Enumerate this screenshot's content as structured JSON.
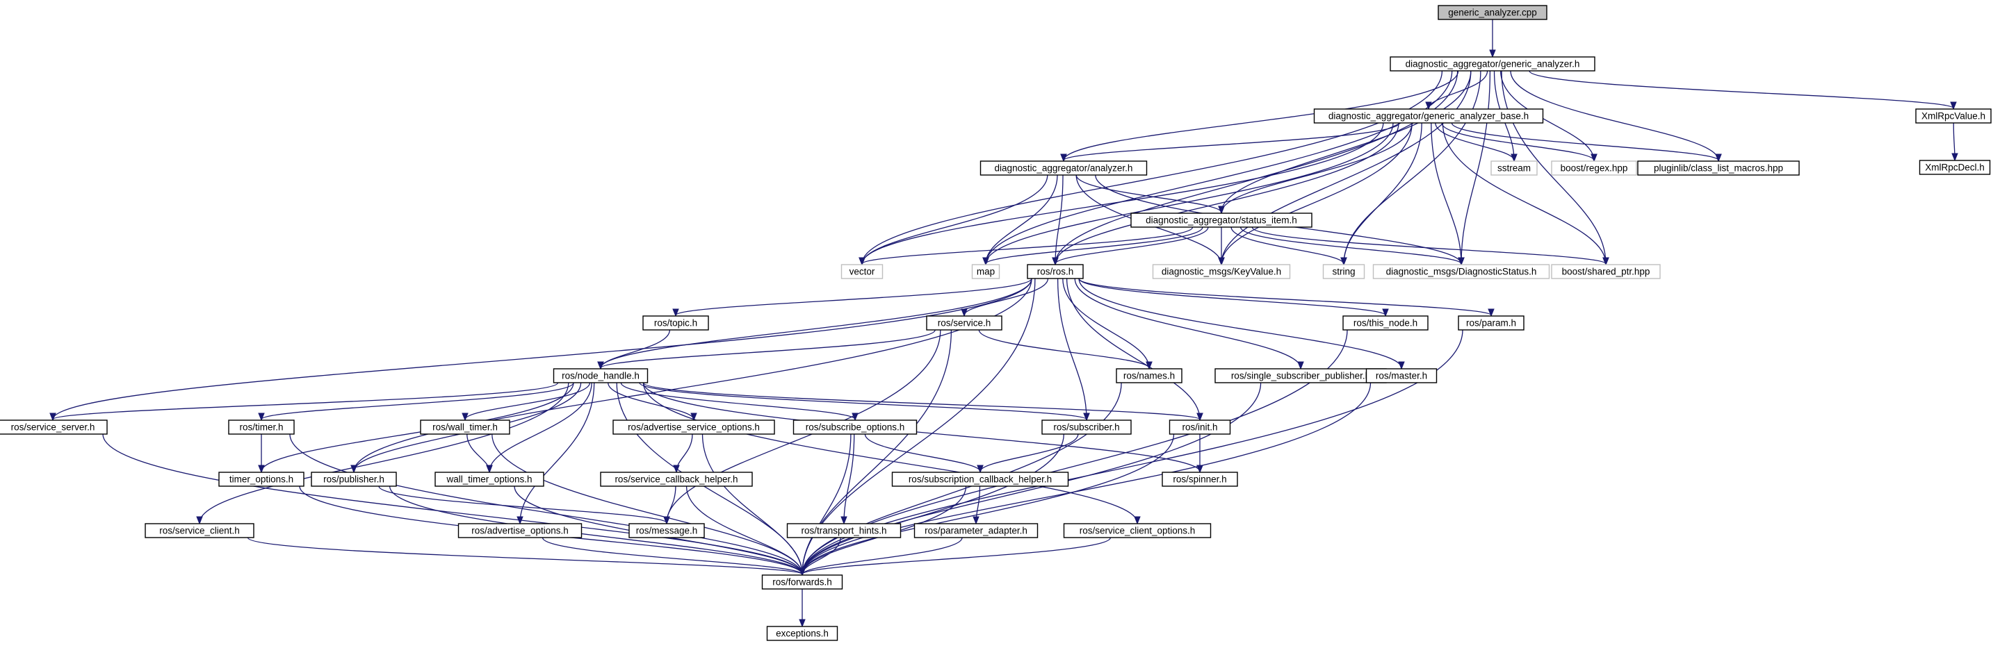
{
  "colors": {
    "edge": "#191970",
    "root_fill": "#bfbfbf",
    "node_border": "#000000",
    "external_border": "#bfbfbf",
    "background": "#ffffff"
  },
  "nodes": [
    {
      "id": "root",
      "label": "generic_analyzer.cpp",
      "kind": "root"
    },
    {
      "id": "ga",
      "label": "diagnostic_aggregator/generic_analyzer.h",
      "kind": "file"
    },
    {
      "id": "gab",
      "label": "diagnostic_aggregator/generic_analyzer_base.h",
      "kind": "file"
    },
    {
      "id": "xmlv",
      "label": "XmlRpcValue.h",
      "kind": "file"
    },
    {
      "id": "xmld",
      "label": "XmlRpcDecl.h",
      "kind": "file"
    },
    {
      "id": "an",
      "label": "diagnostic_aggregator/analyzer.h",
      "kind": "file"
    },
    {
      "id": "sstream",
      "label": "sstream",
      "kind": "external"
    },
    {
      "id": "regex",
      "label": "boost/regex.hpp",
      "kind": "external"
    },
    {
      "id": "plug",
      "label": "pluginlib/class_list_macros.hpp",
      "kind": "file"
    },
    {
      "id": "si",
      "label": "diagnostic_aggregator/status_item.h",
      "kind": "file"
    },
    {
      "id": "vector",
      "label": "vector",
      "kind": "external"
    },
    {
      "id": "map",
      "label": "map",
      "kind": "external"
    },
    {
      "id": "ros",
      "label": "ros/ros.h",
      "kind": "file"
    },
    {
      "id": "kv",
      "label": "diagnostic_msgs/KeyValue.h",
      "kind": "external"
    },
    {
      "id": "string",
      "label": "string",
      "kind": "external"
    },
    {
      "id": "ds",
      "label": "diagnostic_msgs/DiagnosticStatus.h",
      "kind": "external"
    },
    {
      "id": "sp",
      "label": "boost/shared_ptr.hpp",
      "kind": "external"
    },
    {
      "id": "topic",
      "label": "ros/topic.h",
      "kind": "file"
    },
    {
      "id": "service",
      "label": "ros/service.h",
      "kind": "file"
    },
    {
      "id": "thisnode",
      "label": "ros/this_node.h",
      "kind": "file"
    },
    {
      "id": "param",
      "label": "ros/param.h",
      "kind": "file"
    },
    {
      "id": "nh",
      "label": "ros/node_handle.h",
      "kind": "file"
    },
    {
      "id": "names",
      "label": "ros/names.h",
      "kind": "file"
    },
    {
      "id": "ssp",
      "label": "ros/single_subscriber_publisher.h",
      "kind": "file"
    },
    {
      "id": "master",
      "label": "ros/master.h",
      "kind": "file"
    },
    {
      "id": "ssrv",
      "label": "ros/service_server.h",
      "kind": "file"
    },
    {
      "id": "timer",
      "label": "ros/timer.h",
      "kind": "file"
    },
    {
      "id": "wtimer",
      "label": "ros/wall_timer.h",
      "kind": "file"
    },
    {
      "id": "aso",
      "label": "ros/advertise_service_options.h",
      "kind": "file"
    },
    {
      "id": "so",
      "label": "ros/subscribe_options.h",
      "kind": "file"
    },
    {
      "id": "sub",
      "label": "ros/subscriber.h",
      "kind": "file"
    },
    {
      "id": "init",
      "label": "ros/init.h",
      "kind": "file"
    },
    {
      "id": "to",
      "label": "timer_options.h",
      "kind": "file"
    },
    {
      "id": "pub",
      "label": "ros/publisher.h",
      "kind": "file"
    },
    {
      "id": "wto",
      "label": "wall_timer_options.h",
      "kind": "file"
    },
    {
      "id": "sch",
      "label": "ros/service_callback_helper.h",
      "kind": "file"
    },
    {
      "id": "subch",
      "label": "ros/subscription_callback_helper.h",
      "kind": "file"
    },
    {
      "id": "spinner",
      "label": "ros/spinner.h",
      "kind": "file"
    },
    {
      "id": "sclient",
      "label": "ros/service_client.h",
      "kind": "file"
    },
    {
      "id": "ao",
      "label": "ros/advertise_options.h",
      "kind": "file"
    },
    {
      "id": "msg",
      "label": "ros/message.h",
      "kind": "file"
    },
    {
      "id": "th",
      "label": "ros/transport_hints.h",
      "kind": "file"
    },
    {
      "id": "pa",
      "label": "ros/parameter_adapter.h",
      "kind": "file"
    },
    {
      "id": "sco",
      "label": "ros/service_client_options.h",
      "kind": "file"
    },
    {
      "id": "fwd",
      "label": "ros/forwards.h",
      "kind": "file"
    },
    {
      "id": "exc",
      "label": "exceptions.h",
      "kind": "file"
    }
  ],
  "edges": [
    [
      "root",
      "ga"
    ],
    [
      "ga",
      "gab"
    ],
    [
      "ga",
      "xmlv"
    ],
    [
      "ga",
      "an"
    ],
    [
      "ga",
      "sstream"
    ],
    [
      "ga",
      "regex"
    ],
    [
      "ga",
      "plug"
    ],
    [
      "ga",
      "si"
    ],
    [
      "ga",
      "vector"
    ],
    [
      "ga",
      "map"
    ],
    [
      "ga",
      "ros"
    ],
    [
      "ga",
      "kv"
    ],
    [
      "ga",
      "string"
    ],
    [
      "ga",
      "ds"
    ],
    [
      "ga",
      "sp"
    ],
    [
      "xmlv",
      "xmld"
    ],
    [
      "gab",
      "an"
    ],
    [
      "gab",
      "sstream"
    ],
    [
      "gab",
      "regex"
    ],
    [
      "gab",
      "plug"
    ],
    [
      "gab",
      "si"
    ],
    [
      "gab",
      "vector"
    ],
    [
      "gab",
      "map"
    ],
    [
      "gab",
      "ros"
    ],
    [
      "gab",
      "kv"
    ],
    [
      "gab",
      "string"
    ],
    [
      "gab",
      "ds"
    ],
    [
      "gab",
      "sp"
    ],
    [
      "an",
      "si"
    ],
    [
      "an",
      "vector"
    ],
    [
      "an",
      "map"
    ],
    [
      "an",
      "ros"
    ],
    [
      "an",
      "kv"
    ],
    [
      "an",
      "ds"
    ],
    [
      "si",
      "vector"
    ],
    [
      "si",
      "map"
    ],
    [
      "si",
      "ros"
    ],
    [
      "si",
      "kv"
    ],
    [
      "si",
      "string"
    ],
    [
      "si",
      "ds"
    ],
    [
      "si",
      "sp"
    ],
    [
      "ros",
      "topic"
    ],
    [
      "ros",
      "service"
    ],
    [
      "ros",
      "thisnode"
    ],
    [
      "ros",
      "param"
    ],
    [
      "ros",
      "nh"
    ],
    [
      "ros",
      "names"
    ],
    [
      "ros",
      "ssp"
    ],
    [
      "ros",
      "master"
    ],
    [
      "ros",
      "ssrv"
    ],
    [
      "ros",
      "pub"
    ],
    [
      "ros",
      "sub"
    ],
    [
      "ros",
      "init"
    ],
    [
      "ros",
      "fwd"
    ],
    [
      "topic",
      "nh"
    ],
    [
      "service",
      "nh"
    ],
    [
      "service",
      "names"
    ],
    [
      "service",
      "msg"
    ],
    [
      "service",
      "fwd"
    ],
    [
      "thisnode",
      "fwd"
    ],
    [
      "param",
      "fwd"
    ],
    [
      "nh",
      "ssrv"
    ],
    [
      "nh",
      "timer"
    ],
    [
      "nh",
      "wtimer"
    ],
    [
      "nh",
      "aso"
    ],
    [
      "nh",
      "so"
    ],
    [
      "nh",
      "sub"
    ],
    [
      "nh",
      "init"
    ],
    [
      "nh",
      "to"
    ],
    [
      "nh",
      "pub"
    ],
    [
      "nh",
      "wto"
    ],
    [
      "nh",
      "spinner"
    ],
    [
      "nh",
      "sclient"
    ],
    [
      "nh",
      "ao"
    ],
    [
      "nh",
      "sco"
    ],
    [
      "nh",
      "fwd"
    ],
    [
      "names",
      "fwd"
    ],
    [
      "ssp",
      "fwd"
    ],
    [
      "master",
      "fwd"
    ],
    [
      "ssrv",
      "fwd"
    ],
    [
      "timer",
      "to"
    ],
    [
      "timer",
      "fwd"
    ],
    [
      "wtimer",
      "wto"
    ],
    [
      "wtimer",
      "fwd"
    ],
    [
      "aso",
      "sch"
    ],
    [
      "aso",
      "fwd"
    ],
    [
      "so",
      "subch"
    ],
    [
      "so",
      "th"
    ],
    [
      "so",
      "fwd"
    ],
    [
      "sub",
      "subch"
    ],
    [
      "sub",
      "fwd"
    ],
    [
      "init",
      "spinner"
    ],
    [
      "init",
      "fwd"
    ],
    [
      "to",
      "fwd"
    ],
    [
      "pub",
      "msg"
    ],
    [
      "pub",
      "fwd"
    ],
    [
      "wto",
      "fwd"
    ],
    [
      "sch",
      "msg"
    ],
    [
      "sch",
      "fwd"
    ],
    [
      "subch",
      "pa"
    ],
    [
      "subch",
      "fwd"
    ],
    [
      "sclient",
      "fwd"
    ],
    [
      "ao",
      "fwd"
    ],
    [
      "th",
      "fwd"
    ],
    [
      "pa",
      "fwd"
    ],
    [
      "sco",
      "fwd"
    ],
    [
      "fwd",
      "exc"
    ]
  ]
}
